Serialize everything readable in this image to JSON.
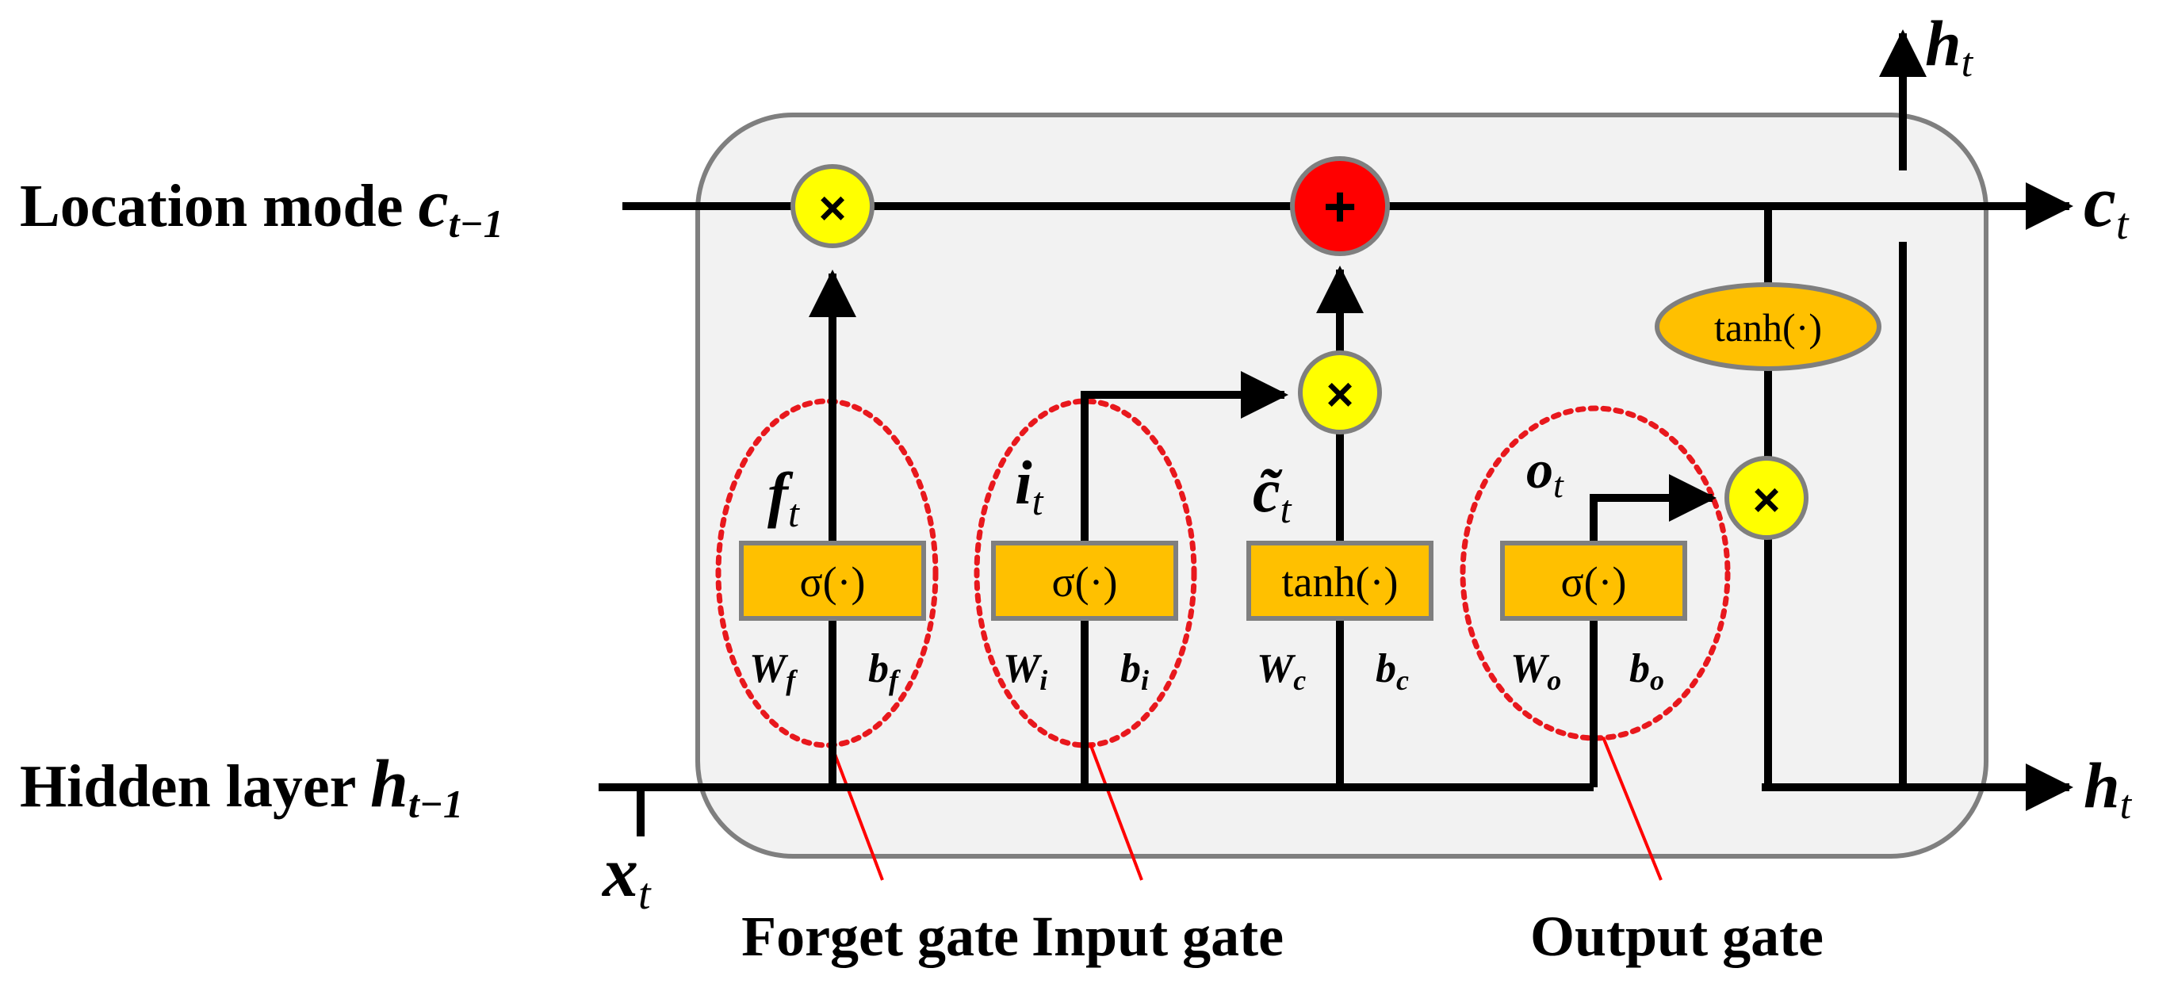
{
  "colors": {
    "cell_fill": "#f2f2f2",
    "cell_border": "#7f7f7f",
    "activation_fill": "#ffc000",
    "multiply_fill": "#ffff00",
    "add_fill": "#ff0000",
    "gate_ring": "#e8181d",
    "gate_pointer": "#ff0000",
    "wire": "#000000"
  },
  "inputs": {
    "cell_state_label": "Location mode",
    "cell_state_symbol": "c",
    "cell_state_sub": "t−1",
    "hidden_label": "Hidden layer",
    "hidden_symbol": "h",
    "hidden_sub": "t−1",
    "input_symbol": "x",
    "input_sub": "t"
  },
  "outputs": {
    "cell_out_symbol": "c",
    "cell_out_sub": "t",
    "hidden_top_symbol": "h",
    "hidden_top_sub": "t",
    "hidden_right_symbol": "h",
    "hidden_right_sub": "t"
  },
  "operators": {
    "multiply": "×",
    "add": "+"
  },
  "activations": {
    "forget": "σ(·)",
    "input": "σ(·)",
    "candidate": "tanh(·)",
    "output": "σ(·)",
    "cell_output": "tanh(·)"
  },
  "gate_signals": {
    "forget": {
      "symbol": "f",
      "sub": "t"
    },
    "input": {
      "symbol": "i",
      "sub": "t"
    },
    "candidate": {
      "symbol": "c̃",
      "sub": "t"
    },
    "output": {
      "symbol": "o",
      "sub": "t"
    }
  },
  "params": {
    "forget": {
      "w": "W",
      "w_sub": "f",
      "b": "b",
      "b_sub": "f"
    },
    "input": {
      "w": "W",
      "w_sub": "i",
      "b": "b",
      "b_sub": "i"
    },
    "candidate": {
      "w": "W",
      "w_sub": "c",
      "b": "b",
      "b_sub": "c"
    },
    "output": {
      "w": "W",
      "w_sub": "o",
      "b": "b",
      "b_sub": "o"
    }
  },
  "gate_labels": {
    "forget": "Forget gate",
    "input": "Input gate",
    "output": "Output gate"
  }
}
